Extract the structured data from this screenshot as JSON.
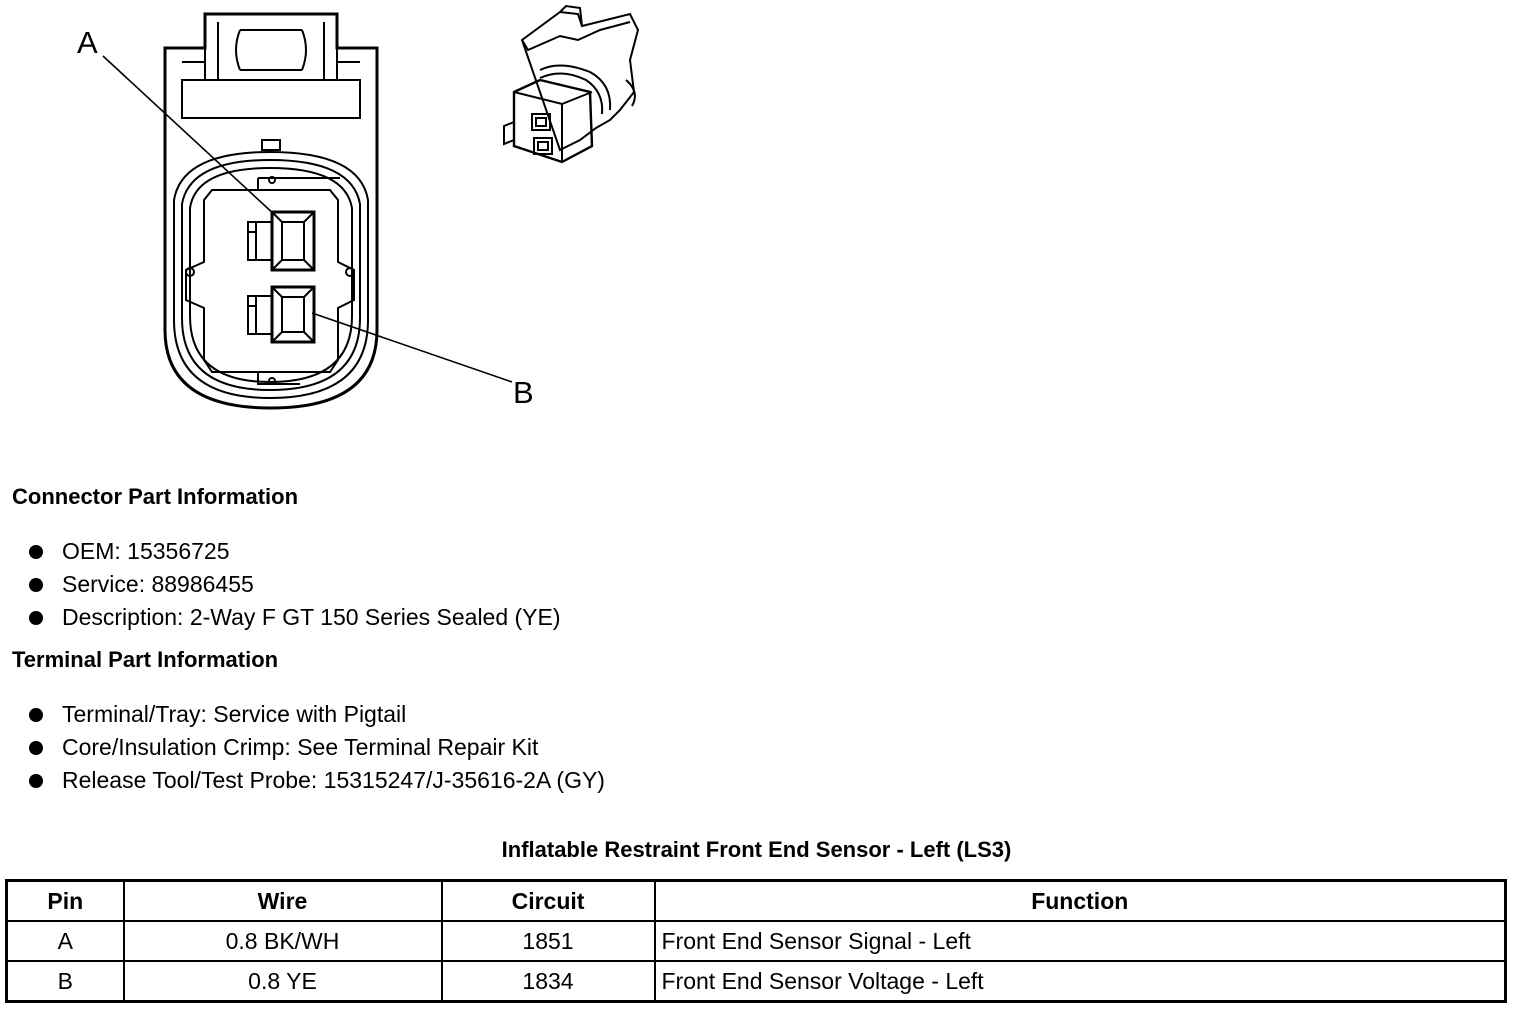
{
  "diagram": {
    "callout_a": "A",
    "callout_b": "B"
  },
  "connector_info": {
    "heading": "Connector Part Information",
    "items": [
      "OEM: 15356725",
      "Service: 88986455",
      "Description: 2-Way F GT 150 Series Sealed (YE)"
    ]
  },
  "terminal_info": {
    "heading": "Terminal Part Information",
    "items": [
      "Terminal/Tray: Service with Pigtail",
      "Core/Insulation Crimp: See Terminal Repair Kit",
      "Release Tool/Test Probe: 15315247/J-35616-2A (GY)"
    ]
  },
  "pin_table": {
    "title": "Inflatable Restraint Front End Sensor - Left (LS3)",
    "headers": [
      "Pin",
      "Wire",
      "Circuit",
      "Function"
    ],
    "rows": [
      [
        "A",
        "0.8 BK/WH",
        "1851",
        "Front End Sensor Signal - Left"
      ],
      [
        "B",
        "0.8 YE",
        "1834",
        "Front End Sensor Voltage - Left"
      ]
    ]
  }
}
